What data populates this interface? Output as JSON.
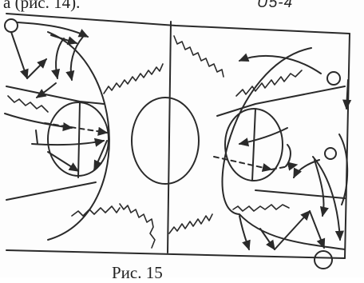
{
  "text": {
    "top_caption": "а (рис. 14).",
    "scheme_code": "U5-4",
    "figure_caption": "Рис. 15"
  },
  "diagram": {
    "ink_color": "#2a2a2a",
    "background_color": "#fdfdfd",
    "player_markers": "hollow circles at the court corners and under the right basket",
    "movement_lines": "zig-zag dribble paths, curved pass arrows, dashed shot/pass lines"
  }
}
